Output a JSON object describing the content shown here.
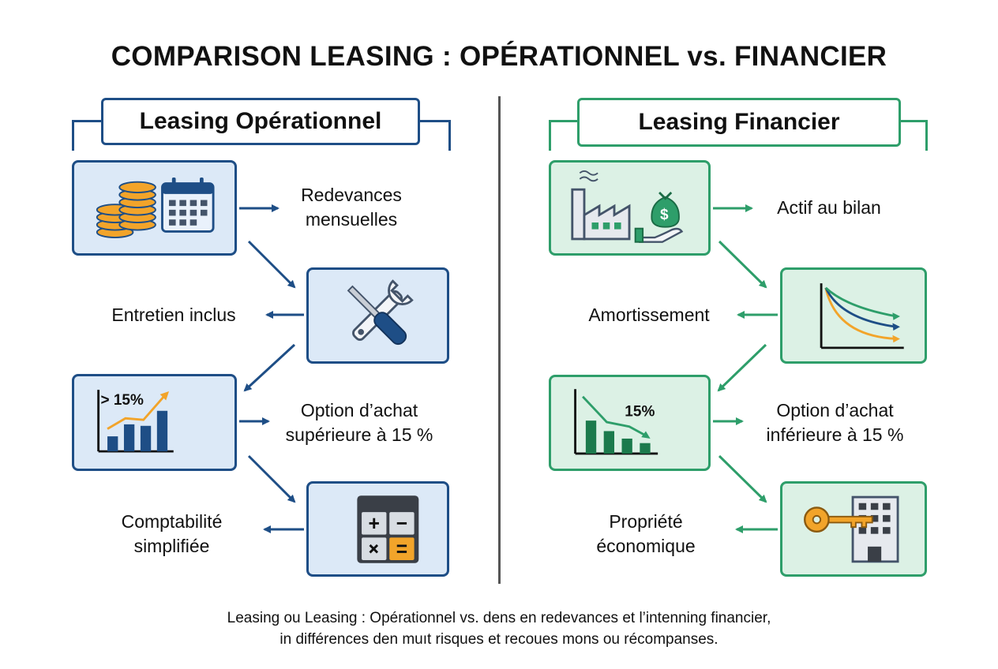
{
  "title": "COMPARISON LEASING : OPÉRATIONNEL vs. FINANCIER",
  "left": {
    "header": "Leasing Opérationnel",
    "items": [
      {
        "line1": "Redevances",
        "line2": "mensuelles"
      },
      {
        "line1": "Entretien inclus",
        "line2": ""
      },
      {
        "line1": "Option d’achat",
        "line2": "supérieure à 15 %"
      },
      {
        "line1": "Comptabilité",
        "line2": "simplifiée"
      }
    ],
    "chart_label": "> 15%"
  },
  "right": {
    "header": "Leasing Financier",
    "items": [
      {
        "line1": "Actif au bilan",
        "line2": ""
      },
      {
        "line1": "Amortissement",
        "line2": ""
      },
      {
        "line1": "Option d’achat",
        "line2": "inférieure à 15 %"
      },
      {
        "line1": "Propriété",
        "line2": "économique"
      }
    ],
    "chart_label": "15%"
  },
  "footer": {
    "line1": "Leasing ou Leasing : Opérationnel vs. dens en redevances et l’intenning financier,",
    "line2": "in différences den muıt risques et recoues mons ou récompanses."
  },
  "colors": {
    "blue": "#1e4e86",
    "blue_fill": "#dce9f7",
    "green": "#2e9e6a",
    "green_fill": "#dcf1e5",
    "orange": "#f2a42a"
  }
}
